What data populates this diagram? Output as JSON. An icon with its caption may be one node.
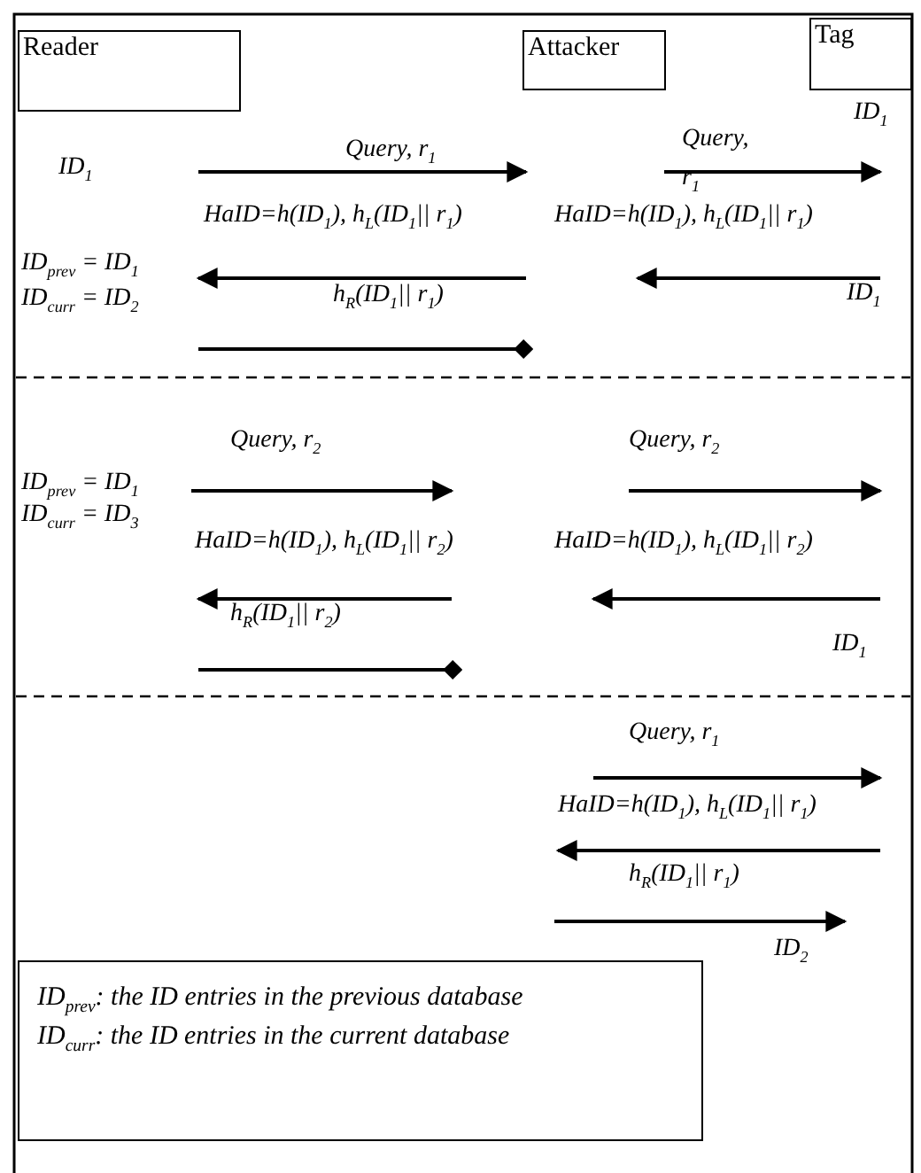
{
  "diagram": {
    "nodes": [
      {
        "text": [
          "Reader"
        ]
      },
      {
        "text": [
          "Attacker"
        ]
      },
      {
        "text": [
          "Tag"
        ]
      },
      {
        "text": [
          "ID$_{prev}$: the ID entries in the previous database",
          "ID$_{curr}$: the ID entries in the current database"
        ]
      }
    ],
    "labels": [
      "ID$_{1}$",
      "Query, r$_{1}$",
      "Query, r$_{1}$",
      "ID$_{1}$",
      "HaID=h(ID$_{1}$), h$_{L}$(ID$_{1}$|| r$_{1}$)",
      "HaID=h(ID$_{1}$), h$_{L}$(ID$_{1}$|| r$_{1}$)",
      "ID$_{prev}$ = ID$_{1}$",
      "ID$_{curr}$ = ID$_{2}$",
      "h$_{R}$(ID$_{1}$|| r$_{1}$)",
      "ID$_{1}$",
      "Query, r$_{2}$",
      "Query, r$_{2}$",
      "ID$_{prev}$ = ID$_{1}$",
      "ID$_{curr}$ = ID$_{3}$",
      "HaID=h(ID$_{1}$), h$_{L}$(ID$_{1}$|| r$_{2}$)",
      "HaID=h(ID$_{1}$), h$_{L}$(ID$_{1}$|| r$_{2}$)",
      "h$_{R}$(ID$_{1}$|| r$_{2}$)",
      "ID$_{1}$",
      "Query, r$_{1}$",
      "HaID=h(ID$_{1}$), h$_{L}$(ID$_{1}$|| r$_{1}$)",
      "h$_{R}$(ID$_{1}$|| r$_{1}$)",
      "ID$_{2}$"
    ]
  }
}
